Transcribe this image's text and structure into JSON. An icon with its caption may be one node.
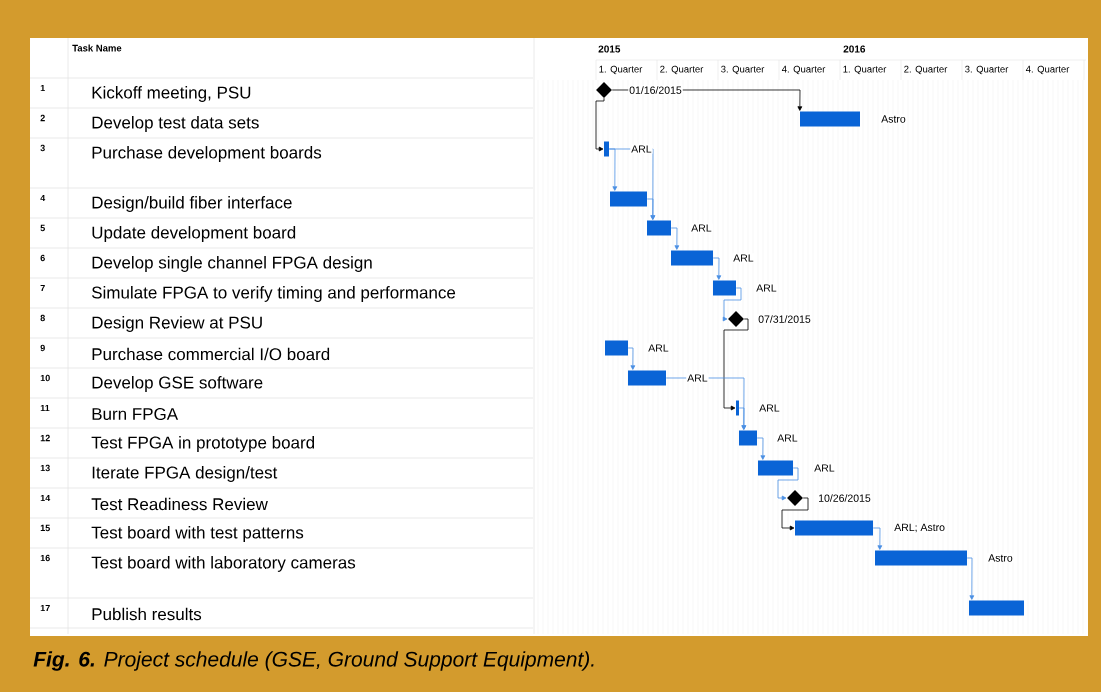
{
  "diagram": {
    "caption": "**Fig. 6.** Project schedule (GSE, Ground Support Equipment).",
    "nodes": [
      {
        "text": [],
        "shape": "diamond",
        "beside": [
          "01/16/2015"
        ]
      },
      {
        "text": [],
        "shape": "bar",
        "beside": [
          "Astro"
        ]
      },
      {
        "text": [],
        "shape": "bar",
        "beside": [
          "ARL"
        ]
      },
      {
        "text": [],
        "shape": "bar"
      },
      {
        "text": [],
        "shape": "bar",
        "beside": [
          "ARL"
        ]
      },
      {
        "text": [],
        "shape": "bar",
        "beside": [
          "ARL"
        ]
      },
      {
        "text": [],
        "shape": "bar",
        "beside": [
          "ARL"
        ]
      },
      {
        "text": [],
        "shape": "diamond",
        "beside": [
          "07/31/2015"
        ]
      },
      {
        "text": [],
        "shape": "bar",
        "beside": [
          "ARL"
        ]
      },
      {
        "text": [],
        "shape": "bar",
        "beside": [
          "ARL"
        ]
      },
      {
        "text": [],
        "shape": "bar",
        "beside": [
          "ARL"
        ]
      },
      {
        "text": [],
        "shape": "bar",
        "beside": [
          "ARL"
        ]
      },
      {
        "text": [],
        "shape": "bar",
        "beside": [
          "ARL"
        ]
      },
      {
        "text": [],
        "shape": "diamond",
        "beside": [
          "10/26/2015"
        ]
      },
      {
        "text": [],
        "shape": "bar",
        "beside": [
          "ARL; Astro"
        ]
      },
      {
        "text": [],
        "shape": "bar",
        "beside": [
          "Astro"
        ]
      },
      {
        "text": [],
        "shape": "bar"
      }
    ],
    "edges": [
      {
        "from": 0,
        "to": 1,
        "arrow": "to",
        "color": "#000000"
      },
      {
        "from": 0,
        "to": 2,
        "arrow": "to",
        "color": "#000000"
      },
      {
        "from": 2,
        "to": 3,
        "arrow": "to"
      },
      {
        "from": 2,
        "to": 4,
        "arrow": "to"
      },
      {
        "from": 3,
        "to": 4,
        "arrow": "to"
      },
      {
        "from": 4,
        "to": 5,
        "arrow": "to"
      },
      {
        "from": 5,
        "to": 6,
        "arrow": "to"
      },
      {
        "from": 6,
        "to": 7,
        "arrow": "to"
      },
      {
        "from": 7,
        "to": 10,
        "arrow": "to",
        "color": "#000000"
      },
      {
        "from": 8,
        "to": 9,
        "arrow": "to"
      },
      {
        "from": 9,
        "to": 11,
        "arrow": "to"
      },
      {
        "from": 10,
        "to": 11,
        "arrow": "to"
      },
      {
        "from": 11,
        "to": 12,
        "arrow": "to"
      },
      {
        "from": 12,
        "to": 13,
        "arrow": "to"
      },
      {
        "from": 13,
        "to": 14,
        "arrow": "to",
        "color": "#000000"
      },
      {
        "from": 14,
        "to": 15,
        "arrow": "to"
      },
      {
        "from": 15,
        "to": 16,
        "arrow": "to"
      }
    ],
    "labels": [
      "Task Name",
      "2015",
      "2016",
      "1. Quarter",
      "2. Quarter",
      "3. Quarter",
      "4. Quarter",
      "1. Quarter",
      "2. Quarter",
      "3. Quarter",
      "4. Quarter",
      "1",
      "Kickoff meeting, PSU",
      "2",
      "Develop test data sets",
      "3",
      "Purchase development boards",
      "4",
      "Design/build fiber interface",
      "5",
      "Update development board",
      "6",
      "Develop single channel FPGA design",
      "7",
      "Simulate FPGA to verify timing and performance",
      "8",
      "Design Review at PSU",
      "9",
      "Purchase commercial I/O board",
      "10",
      "Develop GSE software",
      "11",
      "Burn FPGA",
      "12",
      "Test FPGA in prototype board",
      "13",
      "Iterate FPGA design/test",
      "14",
      "Test Readiness Review",
      "15",
      "Test board with test patterns",
      "16",
      "Test board with laboratory cameras",
      "17",
      "Publish results"
    ]
  }
}
